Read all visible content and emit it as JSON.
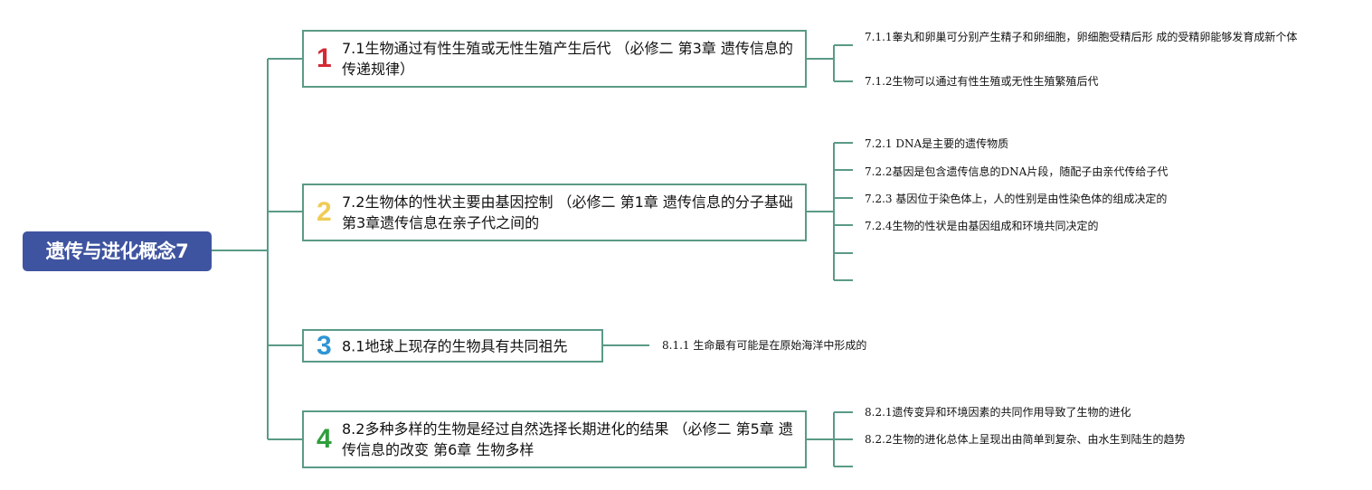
{
  "root": {
    "title": "遗传与进化概念7"
  },
  "branches": [
    {
      "num": "1",
      "num_color": "#d42a35",
      "text": "7.1生物通过有性生殖或无性生殖产生后代 （必修二 第3章 遗传信息的传递规律）",
      "leaves": [
        "7.1.1睾丸和卵巢可分别产生精子和卵细胞，卵细胞受精后形 成的受精卵能够发育成新个体",
        "7.1.2生物可以通过有性生殖或无性生殖繁殖后代"
      ]
    },
    {
      "num": "2",
      "num_color": "#f0cc55",
      "text": "7.2生物体的性状主要由基因控制 （必修二 第1章 遗传信息的分子基础 第3章遗传信息在亲子代之间的",
      "leaves": [
        "7.2.1 DNA是主要的遗传物质",
        "7.2.2基因是包含遗传信息的DNA片段，随配子由亲代传给子代",
        "7.2.3 基因位于染色体上，人的性别是由性染色体的组成决定的",
        "7.2.4生物的性状是由基因组成和环境共同决定的",
        "",
        ""
      ]
    },
    {
      "num": "3",
      "num_color": "#2f95d4",
      "text": "8.1地球上现存的生物具有共同祖先",
      "leaves": [
        "8.1.1 生命最有可能是在原始海洋中形成的"
      ]
    },
    {
      "num": "4",
      "num_color": "#2f9e3c",
      "text": "8.2多种多样的生物是经过自然选择长期进化的结果 （必修二 第5章 遗传信息的改变 第6章 生物多样",
      "leaves": [
        "8.2.1遗传变异和环境因素的共同作用导致了生物的进化",
        "8.2.2生物的进化总体上呈现出由简单到复杂、由水生到陆生的趋势",
        ""
      ]
    }
  ]
}
